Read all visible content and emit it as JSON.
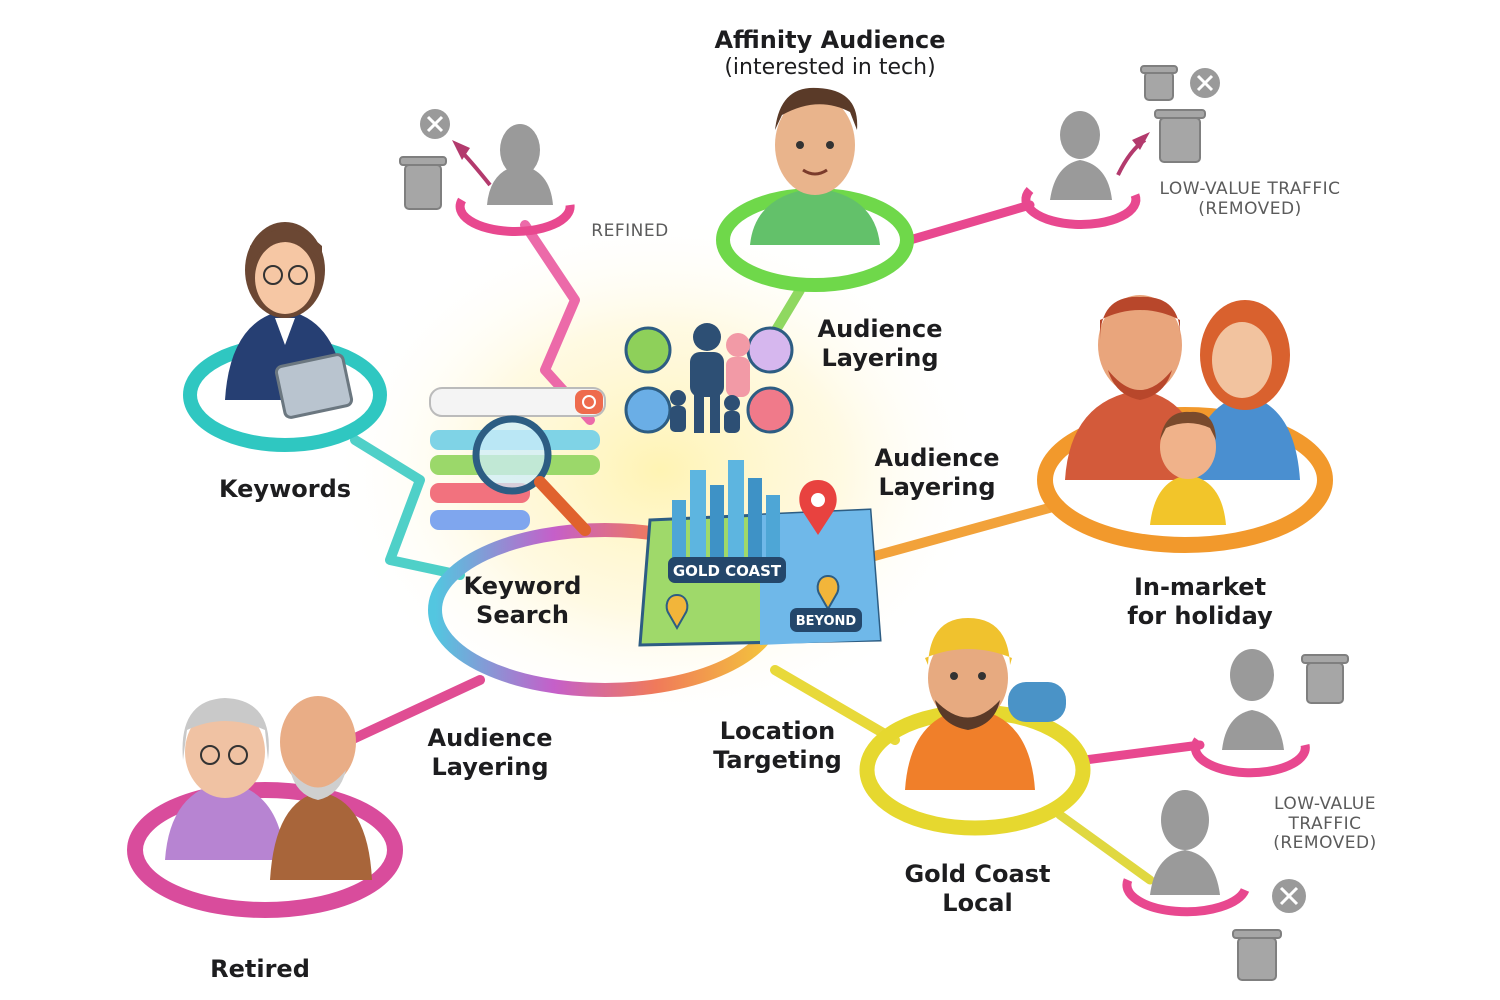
{
  "center": {
    "keyword_search": [
      "Keyword",
      "Search"
    ],
    "map_label_gold_coast": "GOLD COAST",
    "map_label_beyond": "BEYOND"
  },
  "nodes": {
    "affinity": {
      "title": "Affinity Audience",
      "subtitle": "(interested in tech)"
    },
    "keywords": {
      "label": "Keywords"
    },
    "in_market": {
      "label": [
        "In-market",
        "for holiday"
      ]
    },
    "retired": {
      "label": "Retired"
    },
    "gold_coast_local": {
      "label": [
        "Gold Coast",
        "Local"
      ]
    }
  },
  "connectors": {
    "audience_layering_top": [
      "Audience",
      "Layering"
    ],
    "audience_layering_right": [
      "Audience",
      "Layering"
    ],
    "audience_layering_left": [
      "Audience",
      "Layering"
    ],
    "location_targeting": [
      "Location",
      "Targeting"
    ]
  },
  "removed": {
    "refined": "REFINED",
    "low_value_top": [
      "LOW-VALUE TRAFFIC",
      "(REMOVED)"
    ],
    "low_value_bottom": [
      "LOW-VALUE",
      "TRAFFIC",
      "(REMOVED)"
    ]
  },
  "colors": {
    "teal": "#2fc7c1",
    "green": "#6fd84a",
    "pink": "#e8488f",
    "orange": "#f2992c",
    "yellow": "#e6d82f",
    "magenta": "#d94c9c",
    "grey": "#9a9a9a"
  }
}
